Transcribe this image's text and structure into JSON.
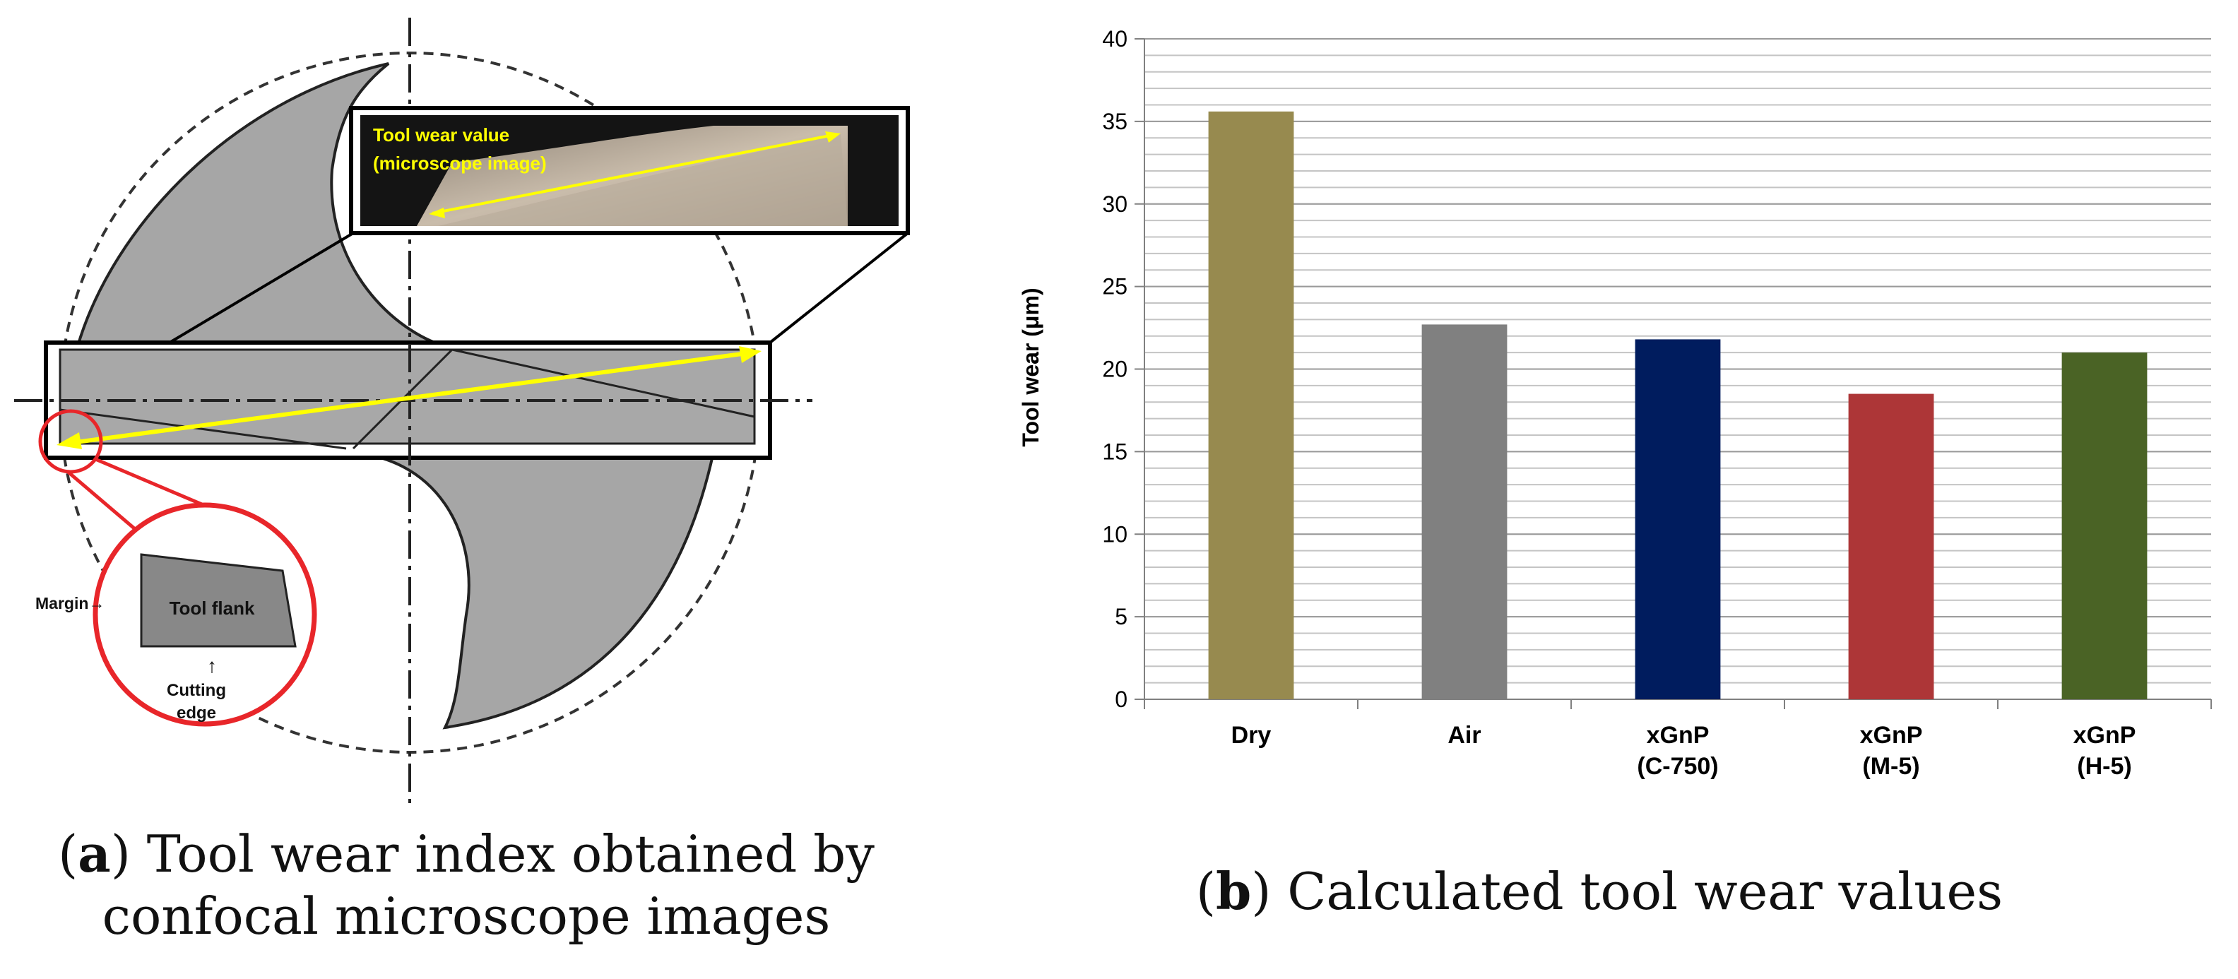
{
  "panel_a": {
    "letter": "a",
    "caption_line1": ") Tool wear index obtained by",
    "caption_line2": "confocal microscope images",
    "inset_label_line1": "Tool wear value",
    "inset_label_line2": "(microscope  image)",
    "detail_margin_label": "Margin→",
    "detail_flank_label": "Tool flank",
    "detail_arrow": "↑",
    "detail_cutting_line1": "Cutting",
    "detail_cutting_line2": "edge",
    "colors": {
      "tool_body": "#a6a6a6",
      "highlight_circle": "#e8262a",
      "measure_arrow": "#ffff00"
    }
  },
  "panel_b": {
    "letter": "b",
    "caption": ") Calculated tool wear values"
  },
  "chart_data": {
    "type": "bar",
    "categories": [
      [
        "Dry"
      ],
      [
        "Air"
      ],
      [
        "xGnP",
        "(C-750)"
      ],
      [
        "xGnP",
        "(M-5)"
      ],
      [
        "xGnP",
        "(H-5)"
      ]
    ],
    "values": [
      35.6,
      22.7,
      21.8,
      18.5,
      21.0
    ],
    "colors": [
      "#978a4f",
      "#808080",
      "#001c5e",
      "#ad3637",
      "#4a6325"
    ],
    "ylabel": "Tool wear (μm)",
    "ylim": [
      0,
      40
    ],
    "major_ticks": [
      0,
      5,
      10,
      15,
      20,
      25,
      30,
      35,
      40
    ],
    "minor_gridlines": true,
    "legend": "none"
  }
}
